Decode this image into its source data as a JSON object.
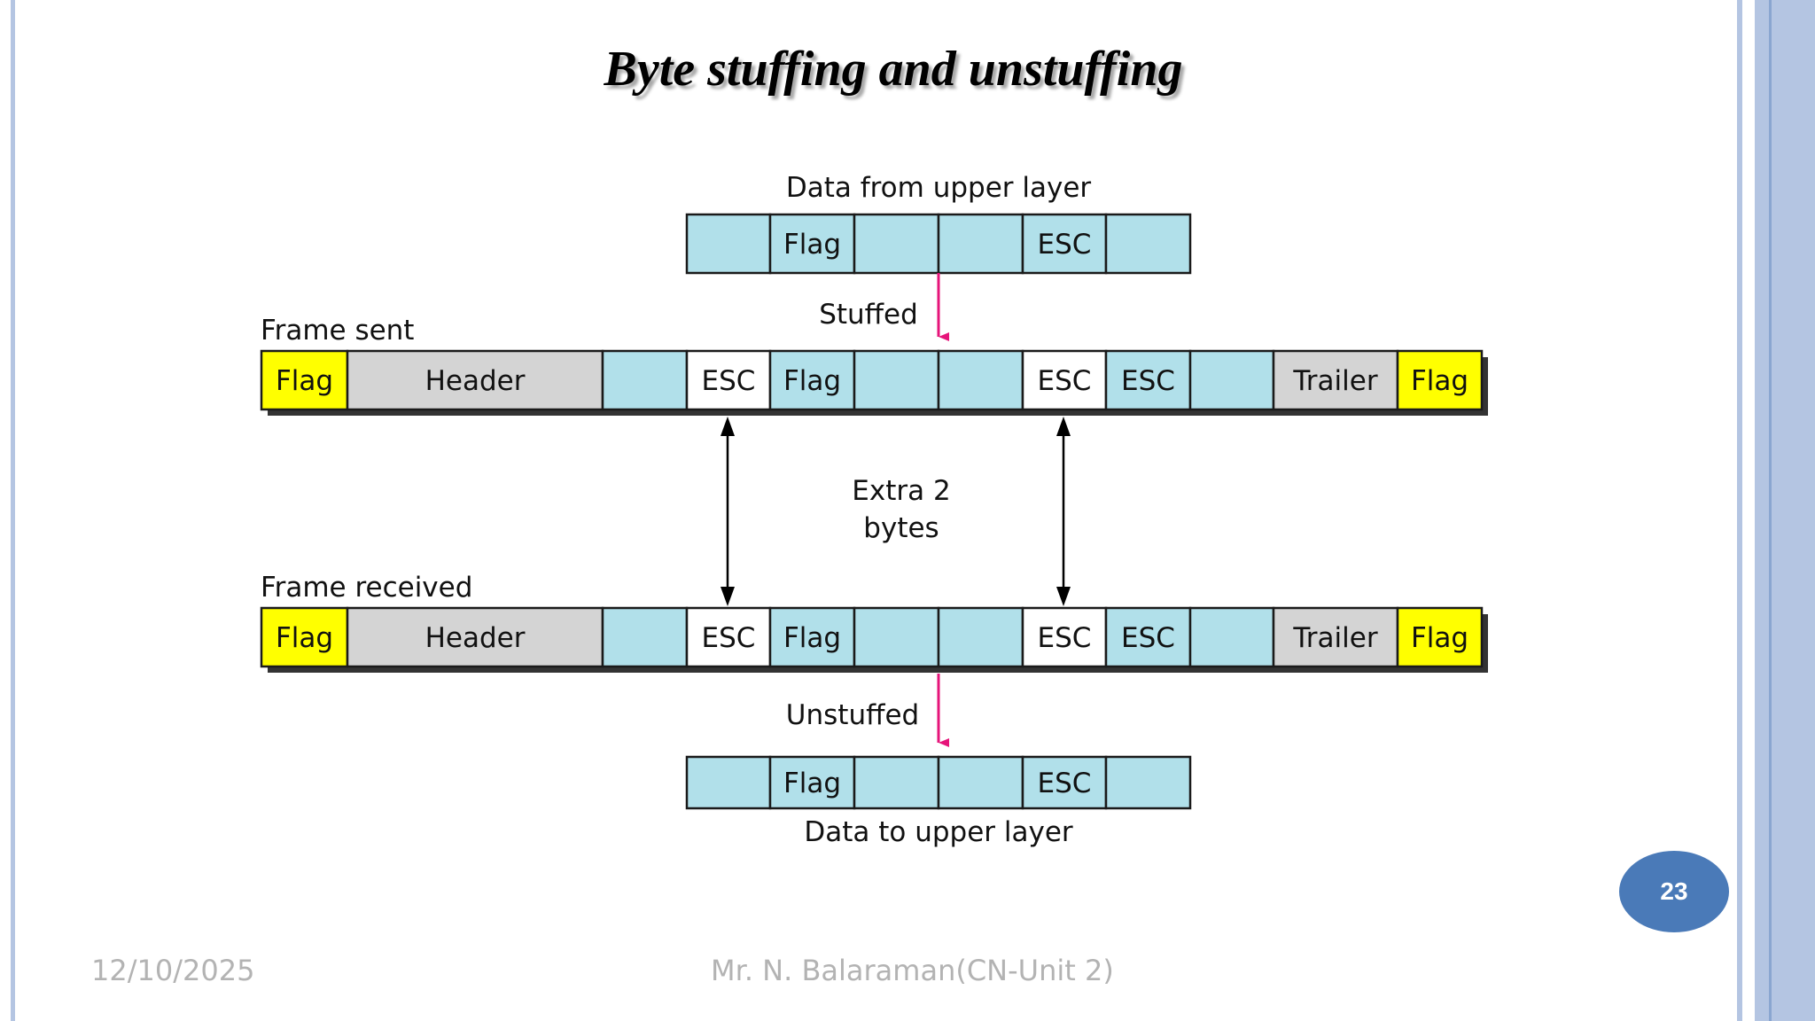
{
  "slide": {
    "title": "Byte stuffing and unstuffing",
    "date": "12/10/2025",
    "footer": "Mr. N. Balaraman(CN-Unit 2)",
    "page_number": "23"
  },
  "diagram": {
    "data_from_upper": {
      "label": "Data from upper layer",
      "cells": [
        "",
        "Flag",
        "",
        "",
        "ESC",
        ""
      ]
    },
    "stuffed_label": "Stuffed",
    "frame_sent": {
      "label": "Frame sent",
      "cells": [
        "Flag",
        "Header",
        "",
        "ESC",
        "Flag",
        "",
        "",
        "ESC",
        "ESC",
        "",
        "Trailer",
        "Flag"
      ]
    },
    "extra_label": [
      "Extra 2",
      "bytes"
    ],
    "frame_received": {
      "label": "Frame received",
      "cells": [
        "Flag",
        "Header",
        "",
        "ESC",
        "Flag",
        "",
        "",
        "ESC",
        "ESC",
        "",
        "Trailer",
        "Flag"
      ]
    },
    "unstuffed_label": "Unstuffed",
    "data_to_upper": {
      "label": "Data to upper layer",
      "cells": [
        "",
        "Flag",
        "",
        "",
        "ESC",
        ""
      ]
    }
  },
  "colors": {
    "flag_cell": "#ffff00",
    "header_trailer_cell": "#d4d4d4",
    "data_cell": "#b1e0ea",
    "esc_inserted_cell": "#ffffff",
    "arrow_stuff": "#e6147a",
    "arrow_extra": "#000000",
    "page_badge": "#4a7ab8"
  }
}
